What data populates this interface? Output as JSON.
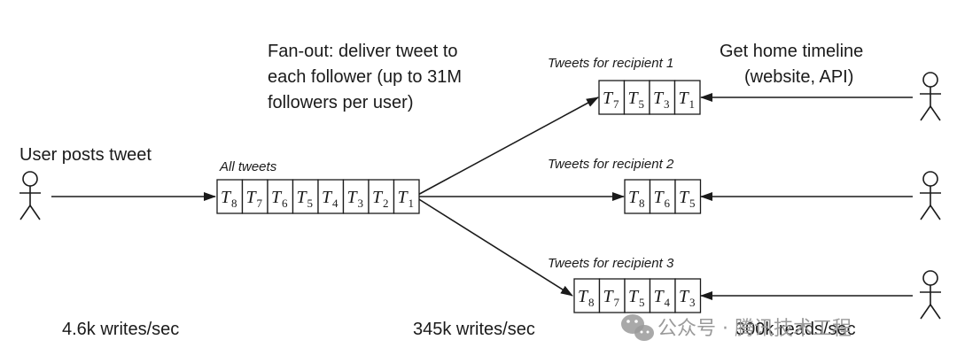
{
  "labels": {
    "user_posts": "User posts tweet",
    "fanout_line1": "Fan-out: deliver tweet to",
    "fanout_line2": "each follower (up to 31M",
    "fanout_line3": "followers per user)",
    "home_line1": "Get home timeline",
    "home_line2": "(website, API)",
    "all_tweets": "All tweets",
    "rate_writes_user": "4.6k writes/sec",
    "rate_writes_fanout": "345k writes/sec",
    "rate_reads": "300k reads/sec"
  },
  "all_tweets_queue": [
    "8",
    "7",
    "6",
    "5",
    "4",
    "3",
    "2",
    "1"
  ],
  "recipients": [
    {
      "title": "Tweets for recipient 1",
      "cells": [
        "7",
        "5",
        "3",
        "1"
      ]
    },
    {
      "title": "Tweets for recipient 2",
      "cells": [
        "8",
        "6",
        "5"
      ]
    },
    {
      "title": "Tweets for recipient 3",
      "cells": [
        "8",
        "7",
        "5",
        "4",
        "3"
      ]
    }
  ],
  "watermark": {
    "text": "公众号 · 腾讯技术工程"
  }
}
